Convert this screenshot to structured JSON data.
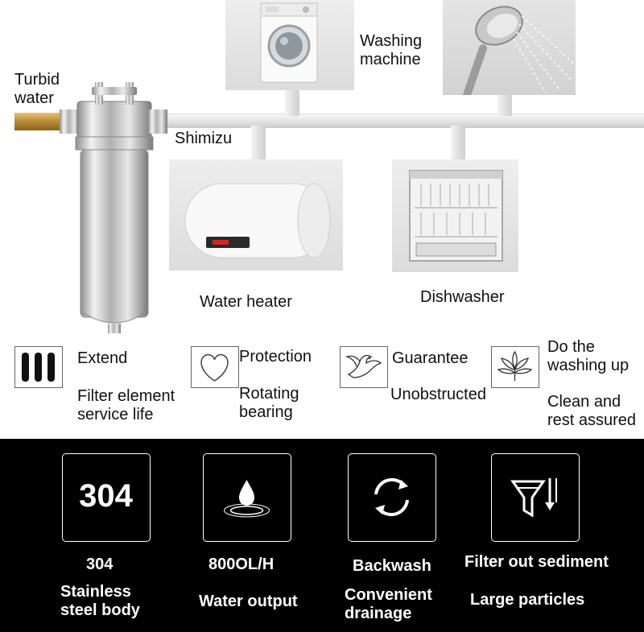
{
  "labels": {
    "turbid_water": "Turbid water",
    "washing_machine": "Washing machine",
    "shimizu": "Shimizu",
    "water_heater": "Water heater",
    "dishwasher": "Dishwasher"
  },
  "features": [
    {
      "icon": "bars-icon",
      "title": "Extend",
      "desc": "Filter element service life"
    },
    {
      "icon": "heart-icon",
      "title": "Protection",
      "desc": "Rotating bearing"
    },
    {
      "icon": "dove-icon",
      "title": "Guarantee",
      "desc": "Unobstructed"
    },
    {
      "icon": "leaf-icon",
      "title": "Do the washing up",
      "desc": "Clean and rest assured"
    }
  ],
  "specs": [
    {
      "icon": "number-304-icon",
      "icon_text": "304",
      "title": "304",
      "desc": "Stainless steel body"
    },
    {
      "icon": "water-drop-icon",
      "title": "800OL/H",
      "desc": "Water output"
    },
    {
      "icon": "backwash-cycle-icon",
      "title": "Backwash",
      "desc": "Convenient drainage"
    },
    {
      "icon": "funnel-filter-icon",
      "title": "Filter out sediment",
      "desc": "Large particles"
    }
  ],
  "colors": {
    "bottom_background": "#000000",
    "heater_display": "#e02020"
  }
}
